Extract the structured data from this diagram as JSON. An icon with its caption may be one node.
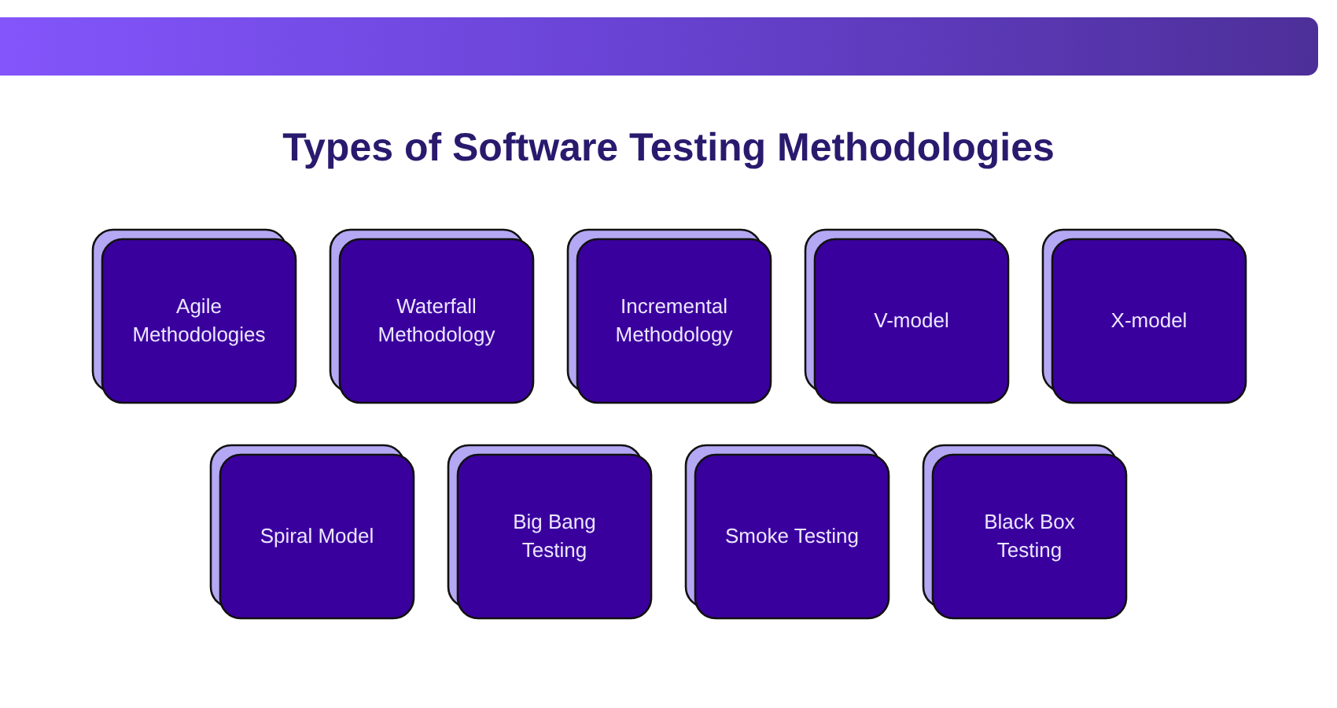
{
  "diagram": {
    "title": "Types of Software Testing Methodologies",
    "nodes": [
      {
        "text": [
          "Agile Methodologies"
        ]
      },
      {
        "text": [
          "Waterfall Methodology"
        ]
      },
      {
        "text": [
          "Incremental Methodology"
        ]
      },
      {
        "text": [
          "V-model"
        ]
      },
      {
        "text": [
          "X-model"
        ]
      },
      {
        "text": [
          "Spiral Model"
        ]
      },
      {
        "text": [
          "Big Bang Testing"
        ]
      },
      {
        "text": [
          "Smoke Testing"
        ]
      },
      {
        "text": [
          "Black Box Testing"
        ]
      }
    ]
  }
}
